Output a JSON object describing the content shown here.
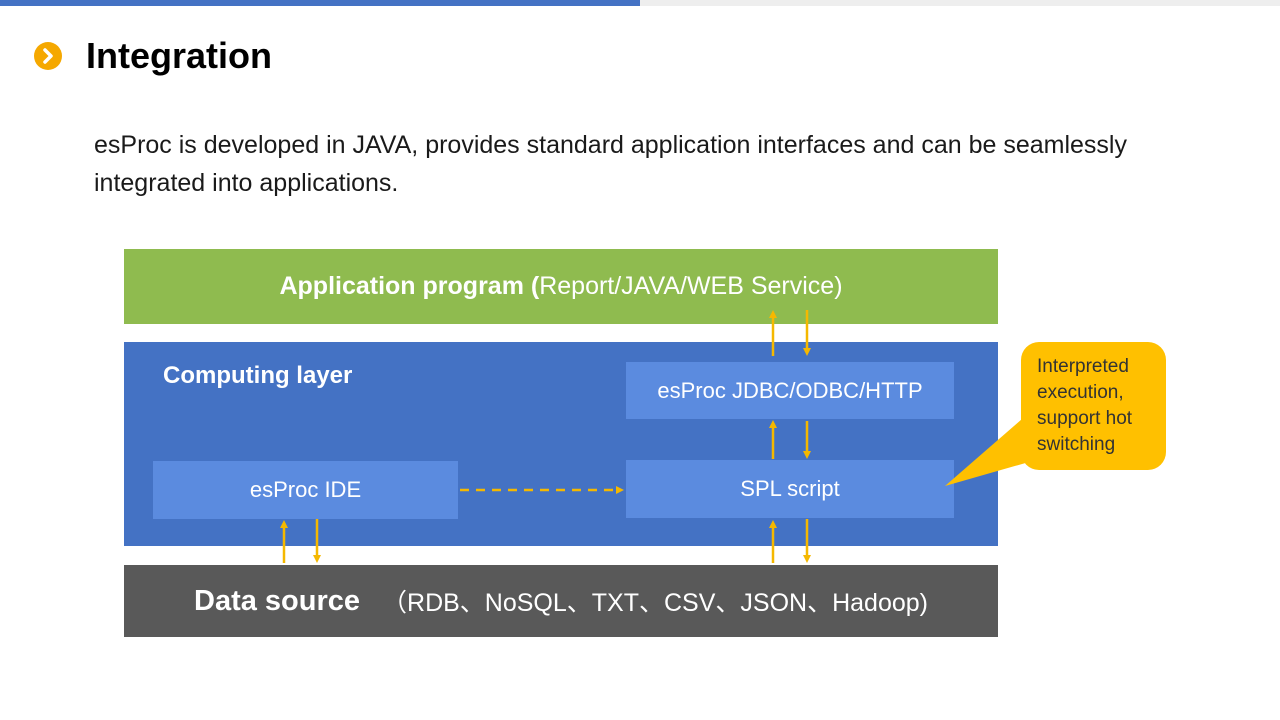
{
  "page": {
    "title": "Integration",
    "description": "esProc is developed in JAVA, provides standard application interfaces and can be seamlessly integrated into applications."
  },
  "diagram": {
    "application": {
      "title": "Application program (",
      "detail": "Report/JAVA/WEB Service)"
    },
    "computing_layer": {
      "label": "Computing layer"
    },
    "jdbc": {
      "label": "esProc JDBC/ODBC/HTTP"
    },
    "spl": {
      "label": "SPL script"
    },
    "ide": {
      "label": "esProc IDE"
    },
    "data_source": {
      "title": "Data source",
      "detail": "（RDB、NoSQL、TXT、CSV、JSON、Hadoop)"
    },
    "callout": {
      "text": "Interpreted execution, support hot switching"
    }
  },
  "colors": {
    "accent": "#4472c4",
    "application": "#8fbb4f",
    "computing": "#4472c4",
    "inner": "#5b8bdf",
    "data_source": "#595959",
    "arrow": "#f5b800",
    "callout": "#ffc000"
  }
}
